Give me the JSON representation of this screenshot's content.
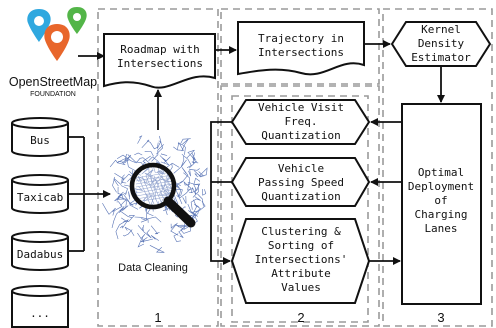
{
  "logo": {
    "name": "OpenStreetMap",
    "subtitle": "FOUNDATION",
    "pin_colors": [
      "#2fa8df",
      "#e8662b",
      "#53b548"
    ]
  },
  "sources": [
    "Bus",
    "Taxicab",
    "Dadabus",
    "..."
  ],
  "nodes": {
    "roadmap": [
      "Roadmap with",
      "Intersections"
    ],
    "trajectory": [
      "Trajectory in",
      "Intersections"
    ],
    "kde": [
      "Kernel",
      "Density",
      "Estimator"
    ],
    "visit": [
      "Vehicle Visit",
      "Freq.",
      "Quantization"
    ],
    "speed": [
      "Vehicle",
      "Passing Speed",
      "Quantization"
    ],
    "clustering": [
      "Clustering &",
      "Sorting of",
      "Intersections'",
      "Attribute",
      "Values"
    ],
    "optimal": [
      "Optimal",
      "Deployment",
      "of",
      "Charging",
      "Lanes"
    ]
  },
  "data_cleaning_label": "Data Cleaning",
  "stages": [
    "1",
    "2",
    "3"
  ]
}
